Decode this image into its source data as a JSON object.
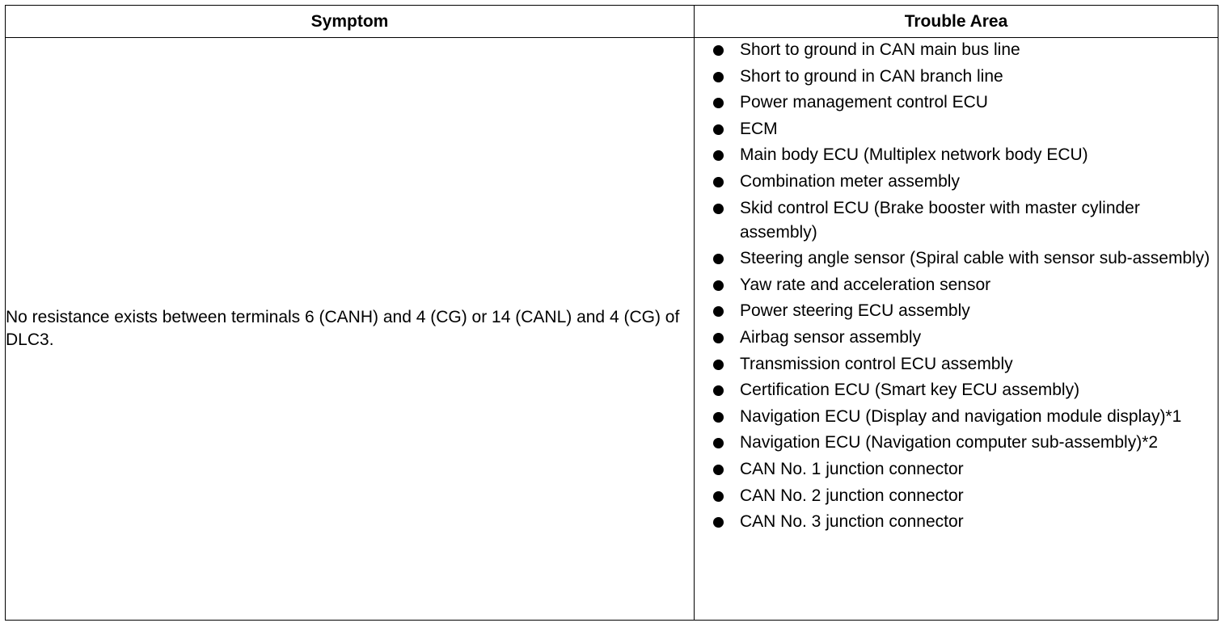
{
  "table": {
    "headers": {
      "symptom": "Symptom",
      "trouble_area": "Trouble Area"
    },
    "rows": [
      {
        "symptom": "No resistance exists between terminals 6 (CANH) and 4 (CG) or 14 (CANL) and 4 (CG) of DLC3.",
        "trouble_areas": [
          "Short to ground in CAN main bus line",
          "Short to ground in CAN branch line",
          "Power management control ECU",
          "ECM",
          "Main body ECU (Multiplex network body ECU)",
          "Combination meter assembly",
          "Skid control ECU (Brake booster with master cylinder assembly)",
          "Steering angle sensor (Spiral cable with sensor sub-assembly)",
          "Yaw rate and acceleration sensor",
          "Power steering ECU assembly",
          "Airbag sensor assembly",
          "Transmission control ECU assembly",
          "Certification ECU (Smart key ECU assembly)",
          "Navigation ECU (Display and navigation module display)*1",
          "Navigation ECU (Navigation computer sub-assembly)*2",
          "CAN No. 1 junction connector",
          "CAN No. 2 junction connector",
          "CAN No. 3 junction connector"
        ]
      }
    ]
  },
  "icons": {
    "bullet": "filled-circle-bullet-icon"
  }
}
